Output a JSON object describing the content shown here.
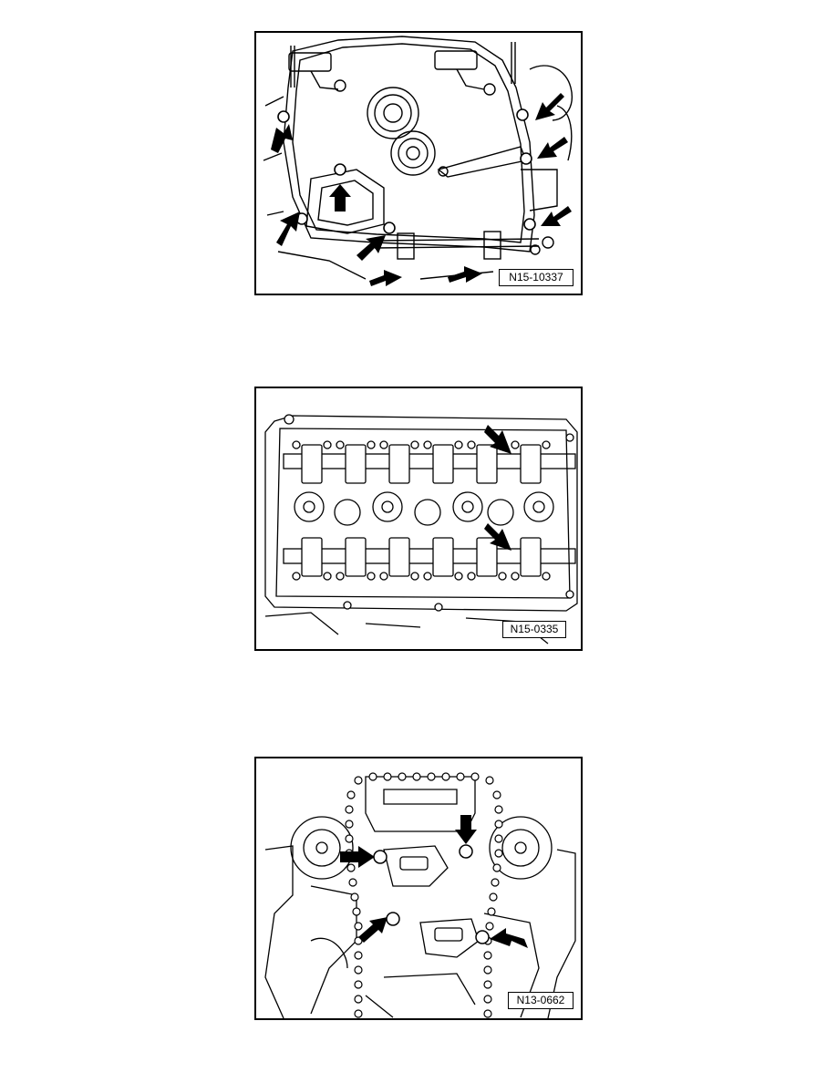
{
  "figures": [
    {
      "label": "N15-10337",
      "subject": "timing cover bolts"
    },
    {
      "label": "N15-0335",
      "subject": "camshaft bearing caps"
    },
    {
      "label": "N13-0662",
      "subject": "chain tensioner bolts"
    }
  ],
  "colors": {
    "line": "#000000",
    "background": "#ffffff",
    "arrow": "#000000"
  }
}
